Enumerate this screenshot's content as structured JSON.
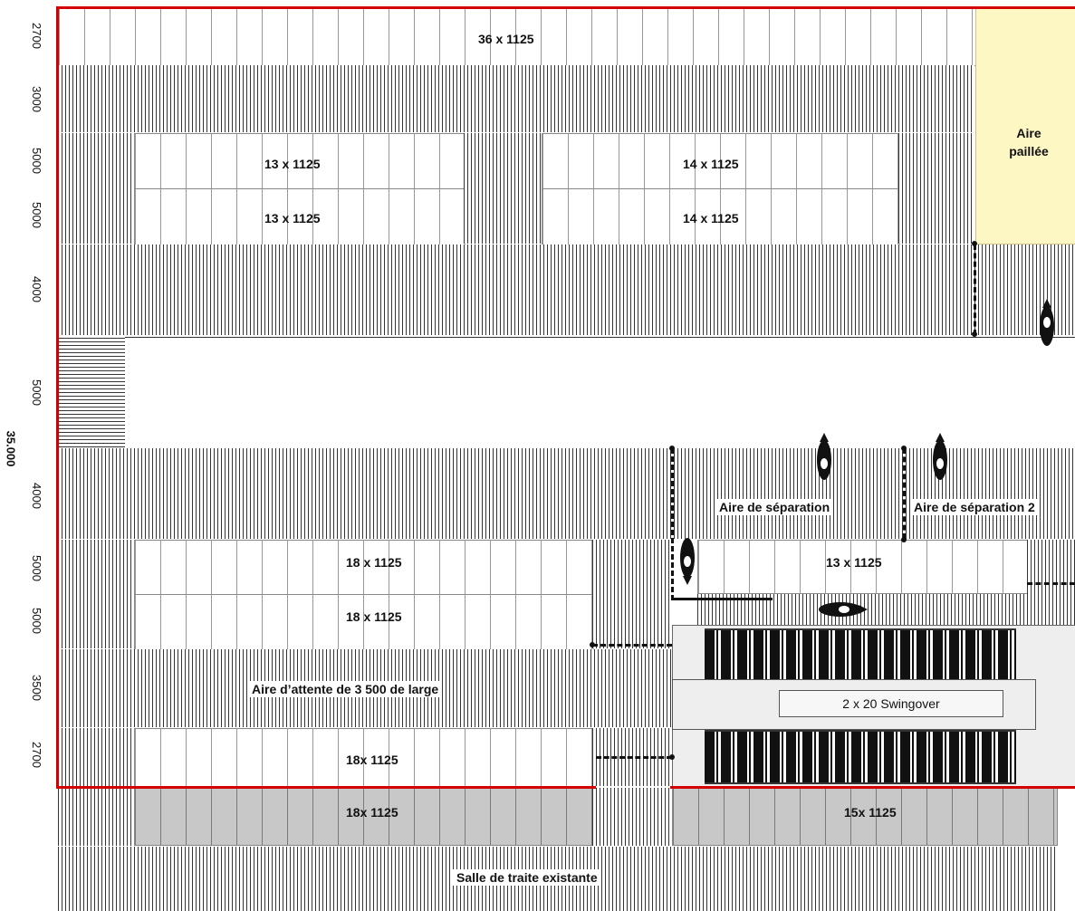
{
  "dimensions": {
    "rows": [
      "2700",
      "3000",
      "5000",
      "5000",
      "4000",
      "5000",
      "4000",
      "5000",
      "5000",
      "3500",
      "2700"
    ],
    "total": "35.000"
  },
  "labels": {
    "top_cubicles": "36 x 1125",
    "left_upper_1": "13 x 1125",
    "left_upper_2": "13 x 1125",
    "right_upper_1": "14 x 1125",
    "right_upper_2": "14 x 1125",
    "straw_area": "Aire paillée",
    "separation_1": "Aire de séparation",
    "separation_2": "Aire de séparation 2",
    "mid_left_1": "18 x 1125",
    "mid_left_2": "18 x 1125",
    "mid_right": "13 x 1125",
    "waiting_area": "Aire d’attente de 3 500 de large",
    "parlour": "2 x 20 Swingover",
    "bottom_left": "18x 1125",
    "existing_left": "18x 1125",
    "existing_right": "15x 1125",
    "existing_parlour": "Salle de traite existante"
  }
}
